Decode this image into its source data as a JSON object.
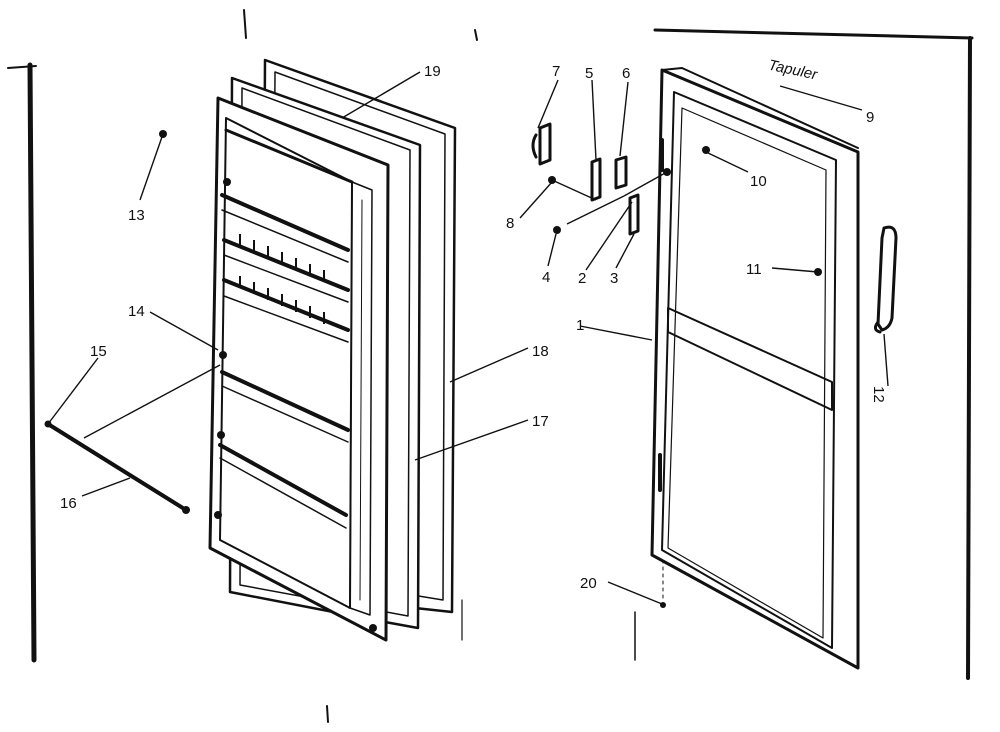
{
  "diagram": {
    "callouts": {
      "c1": "1",
      "c2": "2",
      "c3": "3",
      "c4": "4",
      "c5": "5",
      "c6": "6",
      "c7": "7",
      "c8": "8",
      "c9": "9",
      "c10": "10",
      "c11": "11",
      "c12": "12",
      "c13": "13",
      "c14": "14",
      "c15": "15",
      "c16": "16",
      "c17": "17",
      "c18": "18",
      "c19": "19",
      "c20": "20"
    },
    "handwritten_note": "Tapuler"
  }
}
